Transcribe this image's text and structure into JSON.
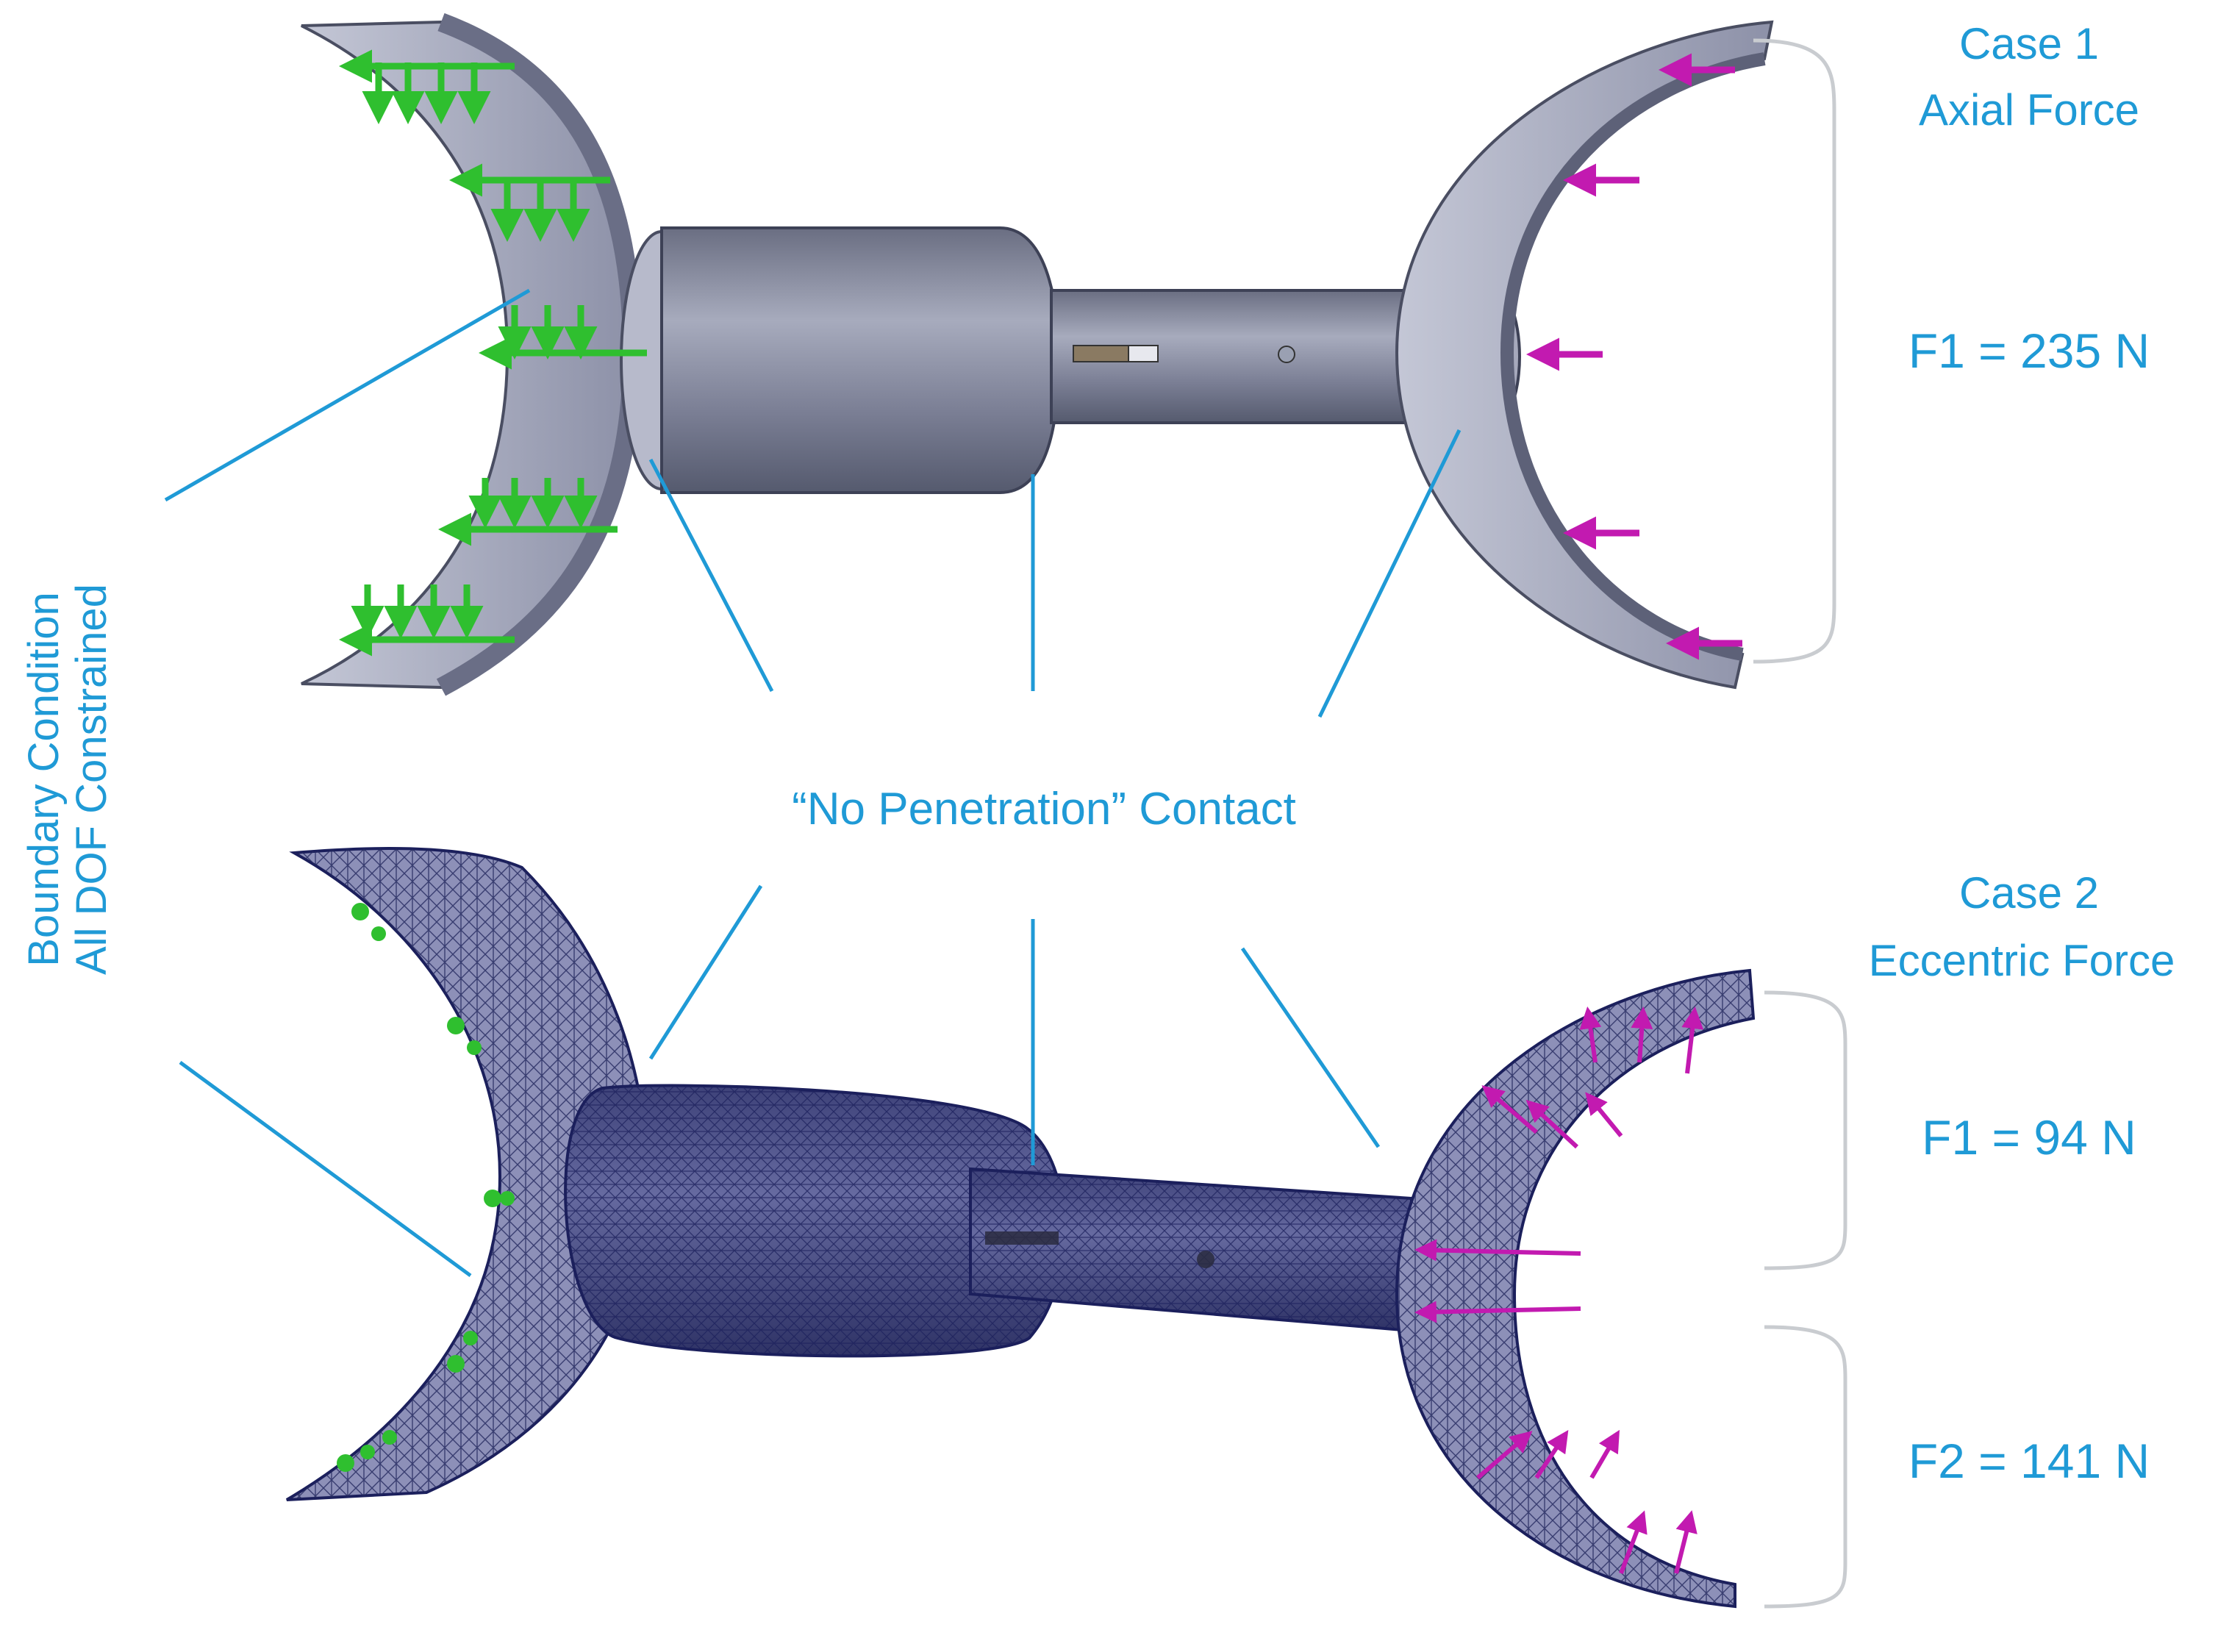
{
  "boundary": {
    "line1": "Boundary Condition",
    "line2": "All DOF Constrained"
  },
  "contact": {
    "label": "“No Penetration” Contact"
  },
  "case1": {
    "title": "Case 1",
    "subtitle": "Axial Force",
    "f1": "F1 = 235 N"
  },
  "case2": {
    "title": "Case 2",
    "subtitle": "Eccentric Force",
    "f1": "F1 = 94 N",
    "f2": "F2 = 141 N"
  },
  "colors": {
    "annotation": "#1f9ad6",
    "cad_body": "#8e92aa",
    "cad_shaft": "#6c7086",
    "mesh_body": "#4a4e86",
    "mesh_line": "#1b1f5c",
    "constraint_arrow": "#2fbf2f",
    "load_arrow": "#c21ab0",
    "bracket": "#c9ccd0"
  }
}
